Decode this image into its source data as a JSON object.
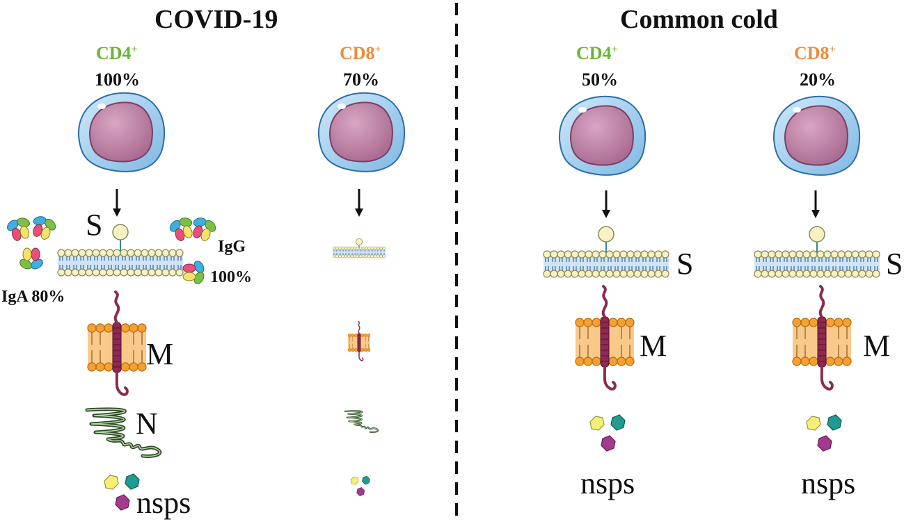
{
  "left_panel": {
    "title": "COVID-19",
    "cd4": {
      "label": "CD4",
      "sup": "+",
      "percent": "100%"
    },
    "cd8": {
      "label": "CD8",
      "sup": "+",
      "percent": "70%"
    },
    "antigen_labels": {
      "s": "S",
      "m": "M",
      "n": "N",
      "nsps": "nsps"
    },
    "antibodies": {
      "iga": "IgA 80%",
      "igg_line1": "IgG",
      "igg_line2": "100%"
    }
  },
  "right_panel": {
    "title": "Common cold",
    "cd4": {
      "label": "CD4",
      "sup": "+",
      "percent": "50%"
    },
    "cd8": {
      "label": "CD8",
      "sup": "+",
      "percent": "20%"
    },
    "antigen_labels": {
      "s1": "S",
      "m1": "M",
      "nsps1": "nsps",
      "s2": "S",
      "m2": "M",
      "nsps2": "nsps"
    }
  },
  "colors": {
    "cd4": "#6ab534",
    "cd8": "#f08a3a",
    "cell_membrane": "#a8d4ef",
    "nucleus": "#c98fb0",
    "lipid_head": "#f7f2c4",
    "m_membrane": "#f5a030",
    "protein_m": "#8c2a52",
    "protein_n": "#2f4a2a",
    "nsp_yellow": "#f5ef7a",
    "nsp_teal": "#1f9c8e",
    "nsp_purple": "#a33a8e"
  }
}
